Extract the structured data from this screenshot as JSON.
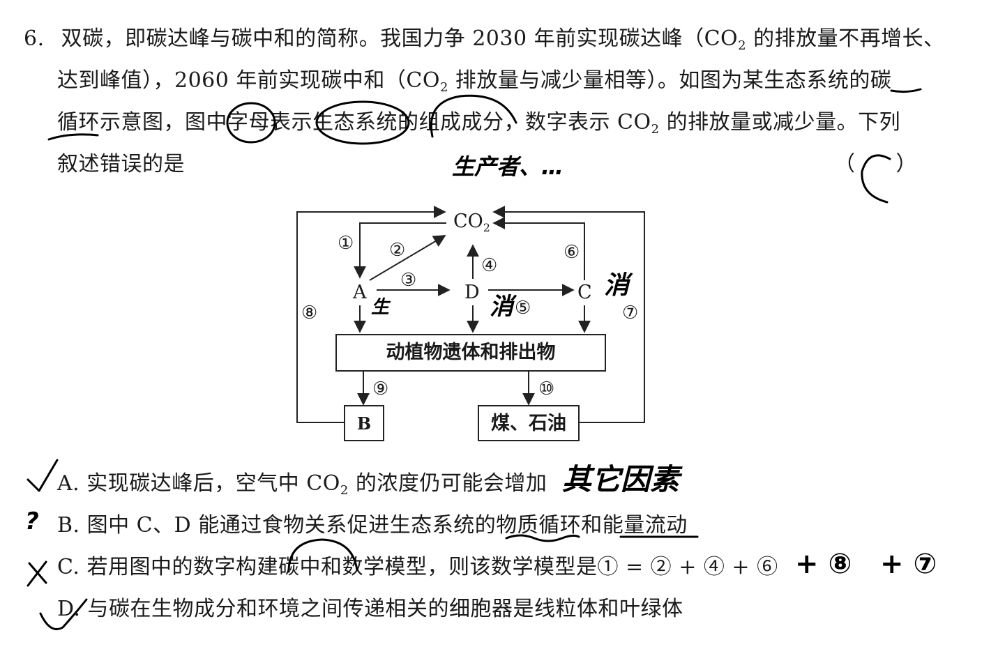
{
  "question": {
    "number": "6.",
    "line1_pre": "双碳，即碳达峰与碳中和的简称。我国力争 2030 年前实现碳达峰（CO",
    "line1_sub": "2",
    "line1_post": " 的排放量不再增长、",
    "line2_pre": "达到峰值），2060 年前实现碳中和（CO",
    "line2_sub": "2",
    "line2_post": " 排放量与减少量相等）。如图为某生态系统的碳",
    "line3_pre": "循环示意图，图中字母表示生态系统的组成成分，数字表示 CO",
    "line3_sub": "2",
    "line3_post": " 的排放量或减少量。下列",
    "line4": "叙述错误的是",
    "answer_bracket_open": "（",
    "answer_bracket_close": "）"
  },
  "diagram": {
    "co2": "CO",
    "co2_sub": "2",
    "node_a": "A",
    "node_d": "D",
    "node_c": "C",
    "node_b": "B",
    "remains_box": "动植物遗体和排出物",
    "fossil_box": "煤、石油",
    "n1": "①",
    "n2": "②",
    "n3": "③",
    "n4": "④",
    "n5": "⑤",
    "n6": "⑥",
    "n7": "⑦",
    "n8": "⑧",
    "n9": "⑨",
    "n10": "⑩"
  },
  "options": {
    "a_pre": "A. 实现碳达峰后，空气中 CO",
    "a_sub": "2",
    "a_post": " 的浓度仍可能会增加",
    "b": "B. 图中 C、D 能通过食物关系促进生态系统的物质循环和能量流动",
    "c": "C. 若用图中的数字构建碳中和数学模型，则该数学模型是① = ② + ④ + ⑥",
    "d": "D. 与碳在生物成分和环境之间传递相关的细胞器是线粒体和叶绿体"
  },
  "handwriting": {
    "producer_note": "生产者、…",
    "a_label": "生",
    "d_label": "消",
    "c_label": "消",
    "option_a_note": "其它因素",
    "b_mark": "?",
    "plus8": "+ ⑧",
    "plus7": "+ ⑦"
  }
}
